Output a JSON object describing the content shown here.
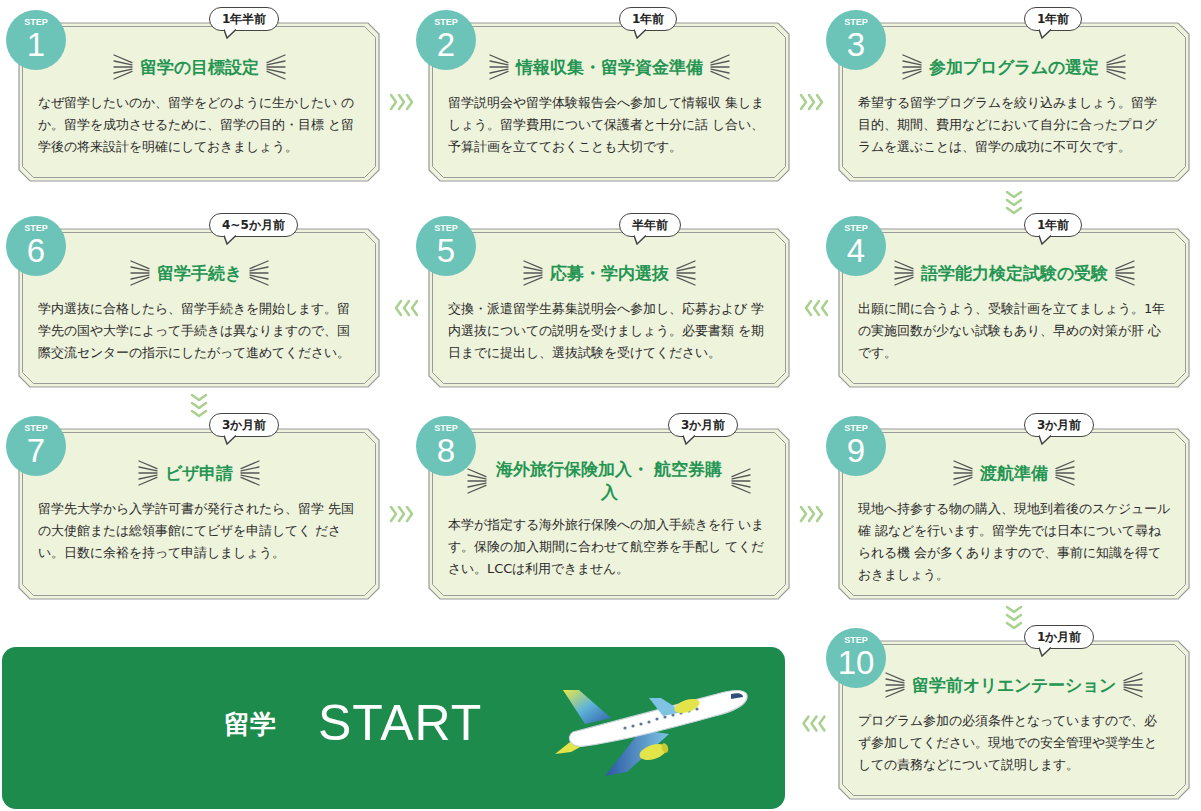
{
  "diagram": {
    "nodes": [
      {
        "text": [
          "STEP",
          "1"
        ]
      },
      {
        "text": [
          "1年半前"
        ]
      },
      {
        "text": [
          "留学の目標設定",
          "なぜ留学したいのか、留学をどのように生かしたい のか。留学を成功させるために、留学の目的・目標 と留学後の将来設計を明確にしておきましょう。"
        ]
      },
      {
        "text": [
          "STEP",
          "2"
        ]
      },
      {
        "text": [
          "1年前"
        ]
      },
      {
        "text": [
          "情報収集・留学資金準備",
          "留学説明会や留学体験報告会へ参加して情報収 集しましょう。留学費用について保護者と十分に話 し合い、予算計画を立てておくことも大切です。"
        ]
      },
      {
        "text": [
          "STEP",
          "3"
        ]
      },
      {
        "text": [
          "1年前"
        ]
      },
      {
        "text": [
          "参加プログラムの選定",
          "希望する留学プログラムを絞り込みましょう。留学 目的、期間、費用などにおいて自分に合ったプログ ラムを選ぶことは、留学の成功に不可欠です。"
        ]
      },
      {
        "text": [
          "STEP",
          "4"
        ]
      },
      {
        "text": [
          "1年前"
        ]
      },
      {
        "text": [
          "語学能力検定試験の受験",
          "出願に間に合うよう、受験計画を立てましょう。1年 の実施回数が少ない試験もあり、早めの対策が肝 心です。"
        ]
      },
      {
        "text": [
          "STEP",
          "5"
        ]
      },
      {
        "text": [
          "半年前"
        ]
      },
      {
        "text": [
          "応募・学内選抜",
          "交換・派遣留学生募集説明会へ参加し、応募および 学内選抜についての説明を受けましょう。必要書類 を期日までに提出し、選抜試験を受けてください。"
        ]
      },
      {
        "text": [
          "STEP",
          "6"
        ]
      },
      {
        "text": [
          "4~5か月前"
        ]
      },
      {
        "text": [
          "留学手続き",
          "学内選抜に合格したら、留学手続きを開始します。留 学先の国や大学によって手続きは異なりますので、国 際交流センターの指示にしたがって進めてください。"
        ]
      },
      {
        "text": [
          "STEP",
          "7"
        ]
      },
      {
        "text": [
          "3か月前"
        ]
      },
      {
        "text": [
          "ビザ申請",
          "留学先大学から入学許可書が発行されたら、留学 先国の大使館または総領事館にてビザを申請してく ださい。日数に余裕を持って申請しましょう。"
        ]
      },
      {
        "text": [
          "STEP",
          "8"
        ]
      },
      {
        "text": [
          "3か月前"
        ]
      },
      {
        "text": [
          "海外旅行保険加入・ 航空券購入",
          "本学が指定する海外旅行保険への加入手続きを行 います。保険の加入期間に合わせて航空券を手配し てください。LCCは利用できません。"
        ]
      },
      {
        "text": [
          "STEP",
          "9"
        ]
      },
      {
        "text": [
          "3か月前"
        ]
      },
      {
        "text": [
          "渡航準備",
          "現地へ持参する物の購入、現地到着後のスケジュール確 認などを行います。留学先では日本について尋ねられる機 会が多くありますので、事前に知識を得ておきましょう。"
        ]
      },
      {
        "text": [
          "STEP",
          "10"
        ]
      },
      {
        "text": [
          "1か月前"
        ]
      },
      {
        "text": [
          "留学前オリエンテーション",
          "プログラム参加の必須条件となっていますので、必 ず参加してください。現地での安全管理や奨学生と しての責務などについて説明します。"
        ]
      },
      {
        "text": [
          "留学",
          "START"
        ]
      }
    ],
    "edges": [
      {
        "from": 2,
        "to": 5,
        "arrow": "to"
      },
      {
        "from": 5,
        "to": 8,
        "arrow": "to"
      },
      {
        "from": 8,
        "to": 11,
        "arrow": "to"
      },
      {
        "from": 11,
        "to": 14,
        "arrow": "to"
      },
      {
        "from": 14,
        "to": 17,
        "arrow": "to"
      },
      {
        "from": 17,
        "to": 20,
        "arrow": "to"
      },
      {
        "from": 20,
        "to": 23,
        "arrow": "to"
      },
      {
        "from": 23,
        "to": 26,
        "arrow": "to"
      },
      {
        "from": 26,
        "to": 29,
        "arrow": "to"
      },
      {
        "from": 29,
        "to": 30,
        "arrow": "to"
      }
    ]
  }
}
